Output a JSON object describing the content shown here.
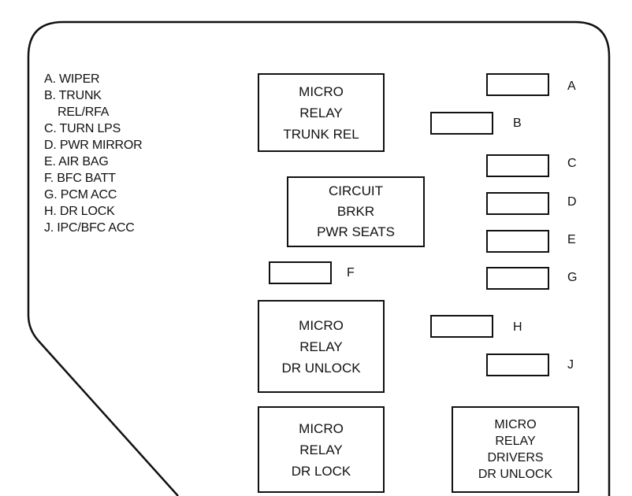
{
  "legend": [
    "A. WIPER",
    "B. TRUNK",
    "    REL/RFA",
    "C. TURN LPS",
    "D. PWR MIRROR",
    "E. AIR BAG",
    "F. BFC BATT",
    "G. PCM ACC",
    "H. DR LOCK",
    "J. IPC/BFC ACC"
  ],
  "relays": {
    "trunk_rel": [
      "MICRO",
      "RELAY",
      "TRUNK REL"
    ],
    "circuit_brkr": [
      "CIRCUIT",
      "BRKR",
      "PWR SEATS"
    ],
    "dr_unlock": [
      "MICRO",
      "RELAY",
      "DR UNLOCK"
    ],
    "dr_lock": [
      "MICRO",
      "RELAY",
      "DR LOCK"
    ],
    "drivers_dr_unlock": [
      "MICRO",
      "RELAY",
      "DRIVERS",
      "DR UNLOCK"
    ]
  },
  "fuses": {
    "a": "A",
    "b": "B",
    "c": "C",
    "d": "D",
    "e": "E",
    "f": "F",
    "g": "G",
    "h": "H",
    "j": "J"
  }
}
